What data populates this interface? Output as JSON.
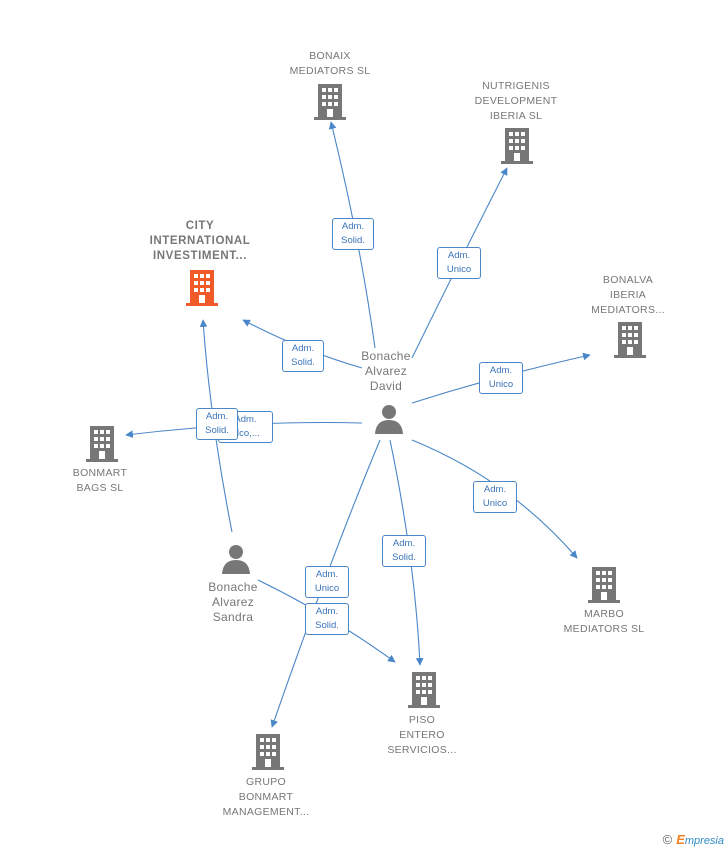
{
  "colors": {
    "edge": "#4a86c8",
    "building": "#777777",
    "building_highlight": "#f05a28",
    "person": "#777777",
    "badge_text": "#3a73b8"
  },
  "nodes": {
    "bonaix": {
      "lines": [
        "BONAIX",
        "MEDIATORS SL"
      ],
      "icon": "building-icon"
    },
    "nutrigenis": {
      "lines": [
        "NUTRIGENIS",
        "DEVELOPMENT",
        "IBERIA  SL"
      ],
      "icon": "building-icon"
    },
    "city": {
      "lines": [
        "CITY",
        "INTERNATIONAL",
        "INVESTIMENT..."
      ],
      "icon": "building-icon"
    },
    "bonalva": {
      "lines": [
        "BONALVA",
        "IBERIA",
        "MEDIATORS..."
      ],
      "icon": "building-icon"
    },
    "bonmart_bags": {
      "lines": [
        "BONMART",
        "BAGS  SL"
      ],
      "icon": "building-icon"
    },
    "david": {
      "lines": [
        "Bonache",
        "Alvarez",
        "David"
      ],
      "icon": "person-icon"
    },
    "sandra": {
      "lines": [
        "Bonache",
        "Alvarez",
        "Sandra"
      ],
      "icon": "person-icon"
    },
    "marbo": {
      "lines": [
        "MARBO",
        "MEDIATORS SL"
      ],
      "icon": "building-icon"
    },
    "piso": {
      "lines": [
        "PISO",
        "ENTERO",
        "SERVICIOS..."
      ],
      "icon": "building-icon"
    },
    "grupo": {
      "lines": [
        "GRUPO",
        "BONMART",
        "MANAGEMENT..."
      ],
      "icon": "building-icon"
    }
  },
  "badges": {
    "b1": [
      "Adm.",
      "Solid."
    ],
    "b2": [
      "Adm.",
      "Unico"
    ],
    "b3": [
      "Adm.",
      "Solid."
    ],
    "b4": [
      "Adm.",
      "Unico"
    ],
    "b5": [
      "Adm.",
      "Mco,..."
    ],
    "b6": [
      "Adm.",
      "Solid."
    ],
    "b7": [
      "Adm.",
      "Unico"
    ],
    "b8": [
      "Adm.",
      "Solid."
    ],
    "b9": [
      "Adm.",
      "Unico"
    ],
    "b10": [
      "Adm.",
      "Solid."
    ]
  },
  "credit": {
    "copyright": "©",
    "brand_initial": "E",
    "brand_rest": "mpresia"
  }
}
